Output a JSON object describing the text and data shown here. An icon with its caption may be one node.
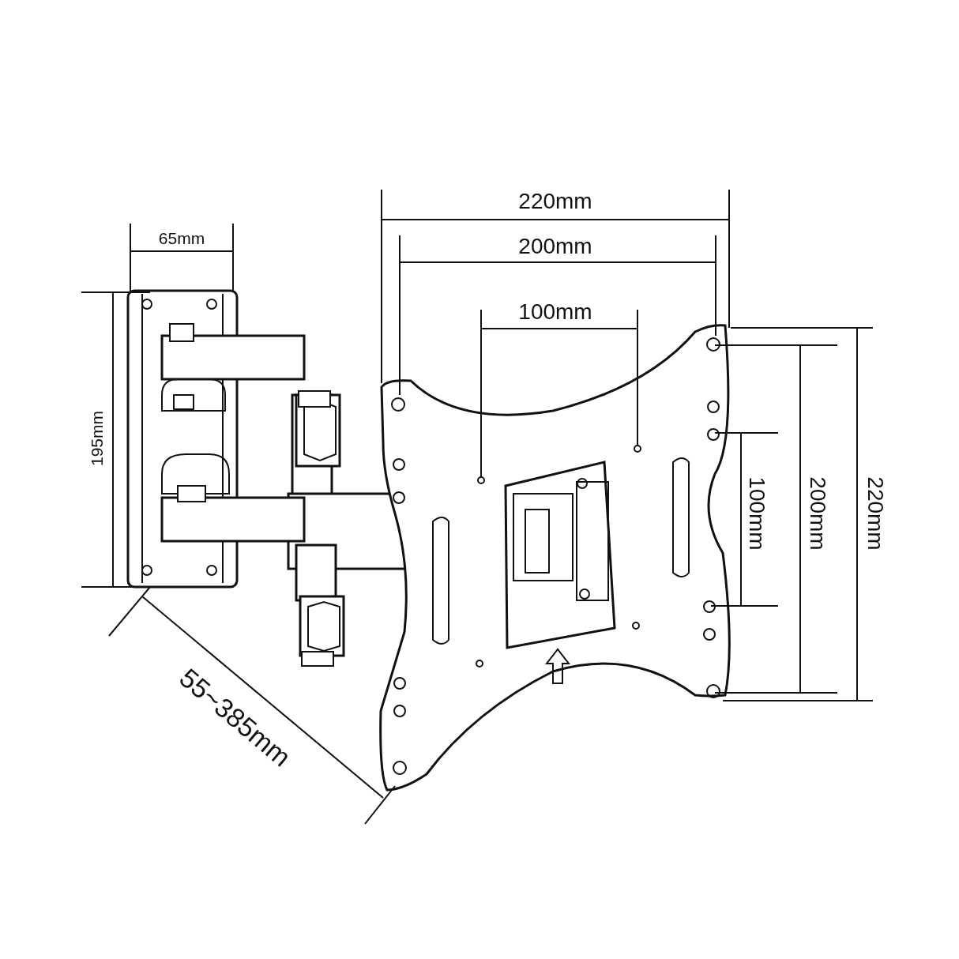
{
  "diagram": {
    "labels": [
      "220mm",
      "200mm",
      "65mm",
      "100mm",
      "195mm",
      "100mm",
      "200mm",
      "220mm",
      "55~385mm"
    ]
  }
}
